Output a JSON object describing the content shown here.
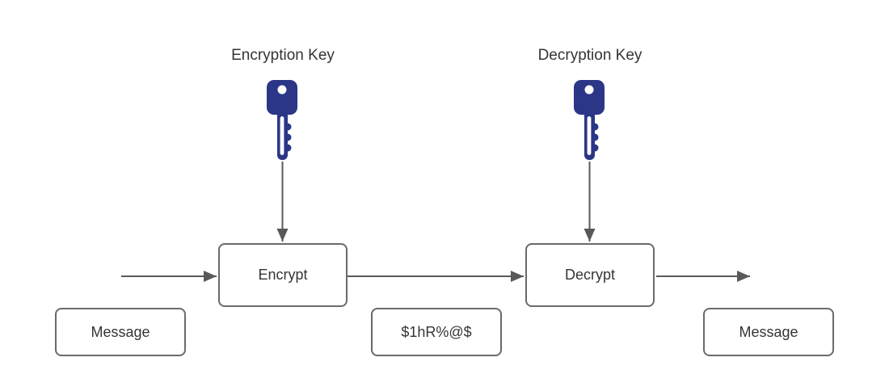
{
  "diagram": {
    "type": "flow-diagram",
    "topic": "symmetric encryption / decryption flow",
    "labels": {
      "encryption_key": "Encryption Key",
      "decryption_key": "Decryption Key"
    },
    "nodes": {
      "encrypt": {
        "label": "Encrypt"
      },
      "decrypt": {
        "label": "Decrypt"
      },
      "message_left": {
        "label": "Message"
      },
      "ciphertext": {
        "label": "$1hR%@$"
      },
      "message_right": {
        "label": "Message"
      }
    },
    "icons": [
      {
        "name": "key-icon",
        "meaning": "encryption key",
        "position": "above Encrypt"
      },
      {
        "name": "key-icon",
        "meaning": "decryption key",
        "position": "above Decrypt"
      }
    ],
    "flow": [
      "Message -> Encrypt (arrow in)",
      "Encryption Key -> Encrypt (arrow down)",
      "Encrypt -> Decrypt (arrow, ciphertext $1hR%@$ below)",
      "Decryption Key -> Decrypt (arrow down)",
      "Decrypt -> Message (arrow out)"
    ],
    "colors": {
      "key_blue": "#2b3687",
      "connector_gray": "#595959",
      "node_border_gray": "#6a6a6a",
      "text_dark": "#343434",
      "background": "#ffffff"
    }
  }
}
